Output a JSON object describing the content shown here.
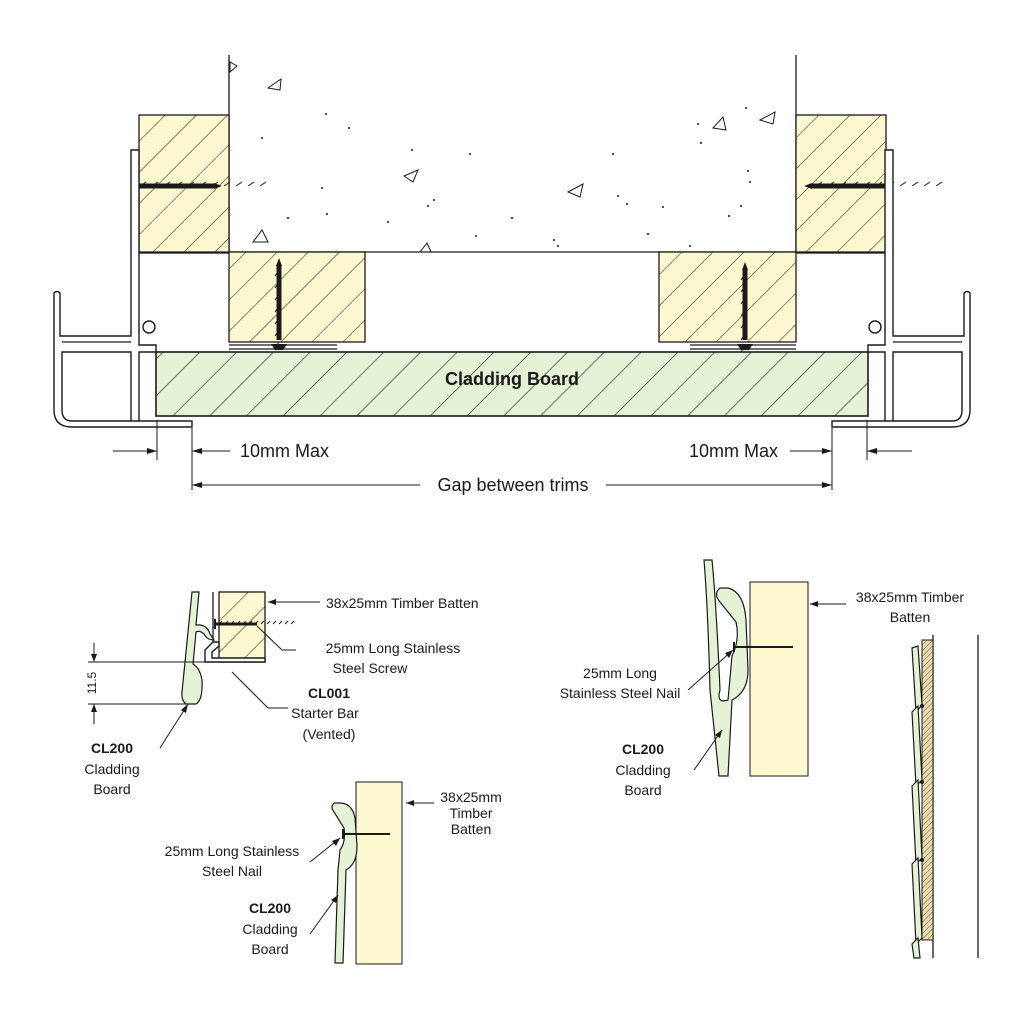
{
  "main_section": {
    "board_label": "Cladding Board",
    "left_gap_label": "10mm Max",
    "right_gap_label": "10mm Max",
    "gap_between_label": "Gap between trims"
  },
  "detail_starter": {
    "batten_label": "38x25mm Timber Batten",
    "screw_label_line1": "25mm Long Stainless",
    "screw_label_line2": "Steel Screw",
    "starter_code": "CL001",
    "starter_line1": "Starter Bar",
    "starter_line2": "(Vented)",
    "board_code": "CL200",
    "board_line1": "Cladding",
    "board_line2": "Board",
    "dimension": "11.5"
  },
  "detail_nail_small": {
    "batten_line1": "38x25mm",
    "batten_line2": "Timber",
    "batten_line3": "Batten",
    "nail_line1": "25mm Long Stainless",
    "nail_line2": "Steel Nail",
    "board_code": "CL200",
    "board_line1": "Cladding",
    "board_line2": "Board"
  },
  "detail_nail_large": {
    "batten_line1": "38x25mm Timber",
    "batten_line2": "Batten",
    "nail_line1": "25mm Long",
    "nail_line2": "Stainless Steel Nail",
    "board_code": "CL200",
    "board_line1": "Cladding",
    "board_line2": "Board"
  },
  "colors": {
    "timber": "#fdf8d0",
    "board": "#e4f2d6",
    "line": "#1a1a1a"
  }
}
